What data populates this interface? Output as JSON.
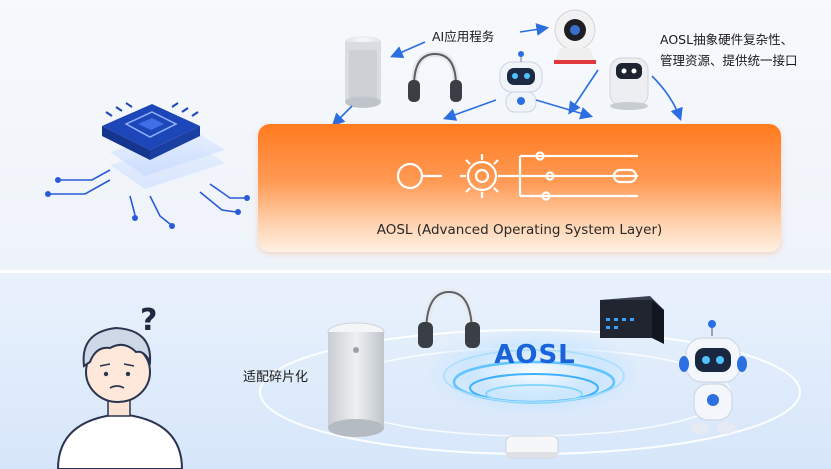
{
  "top": {
    "apps_label": "AI应用程务",
    "aosl_desc_line1": "AOSL抽象硬件复杂性、",
    "aosl_desc_line2": "管理资源、提供统一接口",
    "aosl_bar_title": "AOSL (Advanced Operating System Layer)"
  },
  "bottom": {
    "fragmentation_label": "适配碎片化",
    "aosl_logo_text": "AOSL",
    "question_mark": "?"
  },
  "colors": {
    "aosl_bar_orange": "#ff7a1f",
    "aosl_blue": "#1b63d8",
    "chip_blue": "#2a5ad8"
  },
  "icons": [
    "chip-icon",
    "smart-speaker-icon",
    "headphones-icon",
    "robot-icon",
    "camera-icon",
    "router-box-icon",
    "gear-icon",
    "person-icon",
    "network-box-icon",
    "hub-device-icon"
  ]
}
